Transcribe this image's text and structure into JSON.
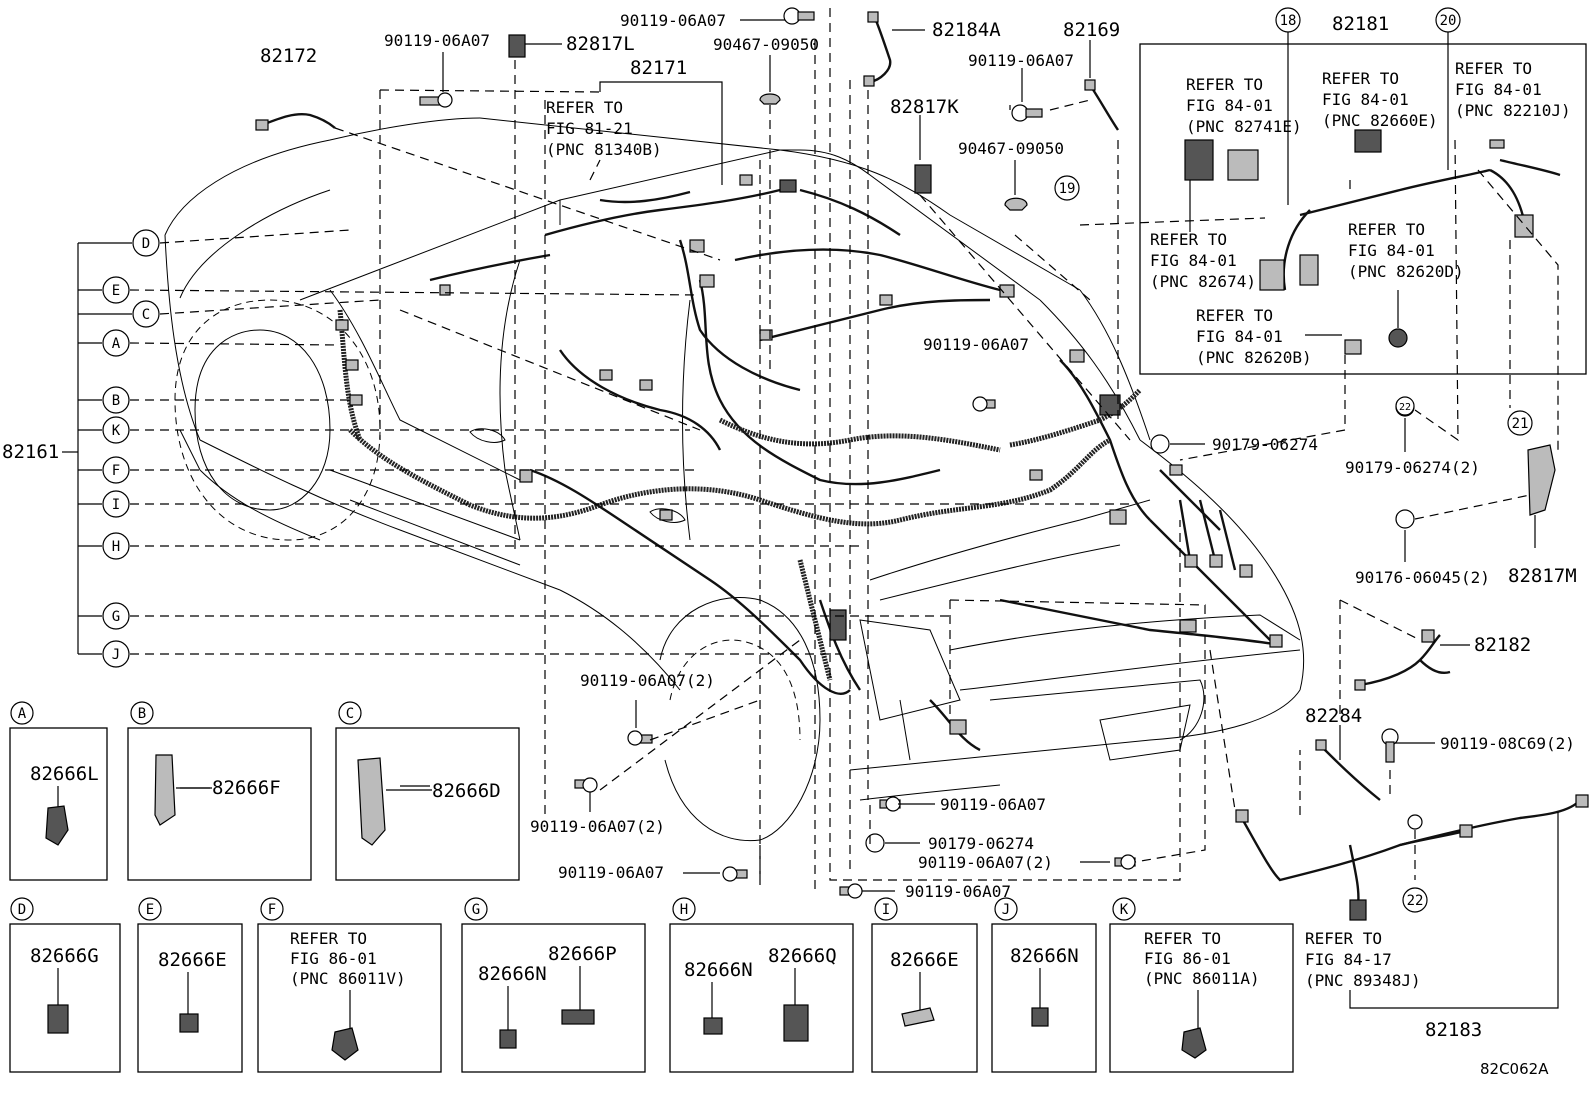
{
  "diagram_id": "82C062A",
  "labels": {
    "p82172": "82172",
    "p90119_06a07_a": "90119-06A07",
    "p82817l": "82817L",
    "p90119_06a07_b": "90119-06A07",
    "p90467_09050_a": "90467-09050",
    "p82171": "82171",
    "p82184a": "82184A",
    "p82169": "82169",
    "p90119_06a07_c": "90119-06A07",
    "p82817k": "82817K",
    "p90467_09050_b": "90467-09050",
    "p82181": "82181",
    "p90119_06a07_d": "90119-06A07",
    "p90179_06274_a": "90179-06274",
    "p90179_06274_2": "90179-06274(2)",
    "p90176_06045_2": "90176-06045(2)",
    "p82817m": "82817M",
    "p82182": "82182",
    "p82284": "82284",
    "p90119_08c69_2": "90119-08C69(2)",
    "p82161": "82161",
    "p90119_06a07_2a": "90119-06A07(2)",
    "p90119_06a07_2b": "90119-06A07(2)",
    "p90119_06a07_e": "90119-06A07",
    "p90119_06a07_f": "90119-06A07",
    "p90179_06274_b": "90179-06274",
    "p90119_06a07_2c": "90119-06A07(2)",
    "p90119_06a07_g": "90119-06A07",
    "p82183": "82183"
  },
  "refers": {
    "r81": [
      "REFER TO",
      "FIG 81-21",
      "(PNC 81340B)"
    ],
    "r82741e": [
      "REFER TO",
      "FIG 84-01",
      "(PNC 82741E)"
    ],
    "r82660e": [
      "REFER TO",
      "FIG 84-01",
      "(PNC 82660E)"
    ],
    "r82210j": [
      "REFER TO",
      "FIG 84-01",
      "(PNC 82210J)"
    ],
    "r82674": [
      "REFER TO",
      "FIG 84-01",
      "(PNC 82674)"
    ],
    "r82620d": [
      "REFER TO",
      "FIG 84-01",
      "(PNC 82620D)"
    ],
    "r82620b": [
      "REFER TO",
      "FIG 84-01",
      "(PNC 82620B)"
    ],
    "r89348j": [
      "REFER TO",
      "FIG 84-17",
      "(PNC 89348J)"
    ]
  },
  "callouts": {
    "c18": "18",
    "c19": "19",
    "c20": "20",
    "c21": "21",
    "c22a": "22",
    "c22b": "22"
  },
  "left_letters": [
    "D",
    "E",
    "C",
    "A",
    "B",
    "K",
    "F",
    "I",
    "H",
    "G",
    "J"
  ],
  "detail_boxes": {
    "A": {
      "letter": "A",
      "parts": [
        "82666L"
      ]
    },
    "B": {
      "letter": "B",
      "parts": [
        "82666F"
      ]
    },
    "C": {
      "letter": "C",
      "parts": [
        "82666D"
      ]
    },
    "D": {
      "letter": "D",
      "parts": [
        "82666G"
      ]
    },
    "E": {
      "letter": "E",
      "parts": [
        "82666E"
      ]
    },
    "F": {
      "letter": "F",
      "refer": [
        "REFER TO",
        "FIG 86-01",
        "(PNC 86011V)"
      ]
    },
    "G": {
      "letter": "G",
      "parts": [
        "82666N",
        "82666P"
      ]
    },
    "H": {
      "letter": "H",
      "parts": [
        "82666N",
        "82666Q"
      ]
    },
    "I": {
      "letter": "I",
      "parts": [
        "82666E"
      ]
    },
    "J": {
      "letter": "J",
      "parts": [
        "82666N"
      ]
    },
    "K": {
      "letter": "K",
      "refer": [
        "REFER TO",
        "FIG 86-01",
        "(PNC 86011A)"
      ]
    }
  }
}
